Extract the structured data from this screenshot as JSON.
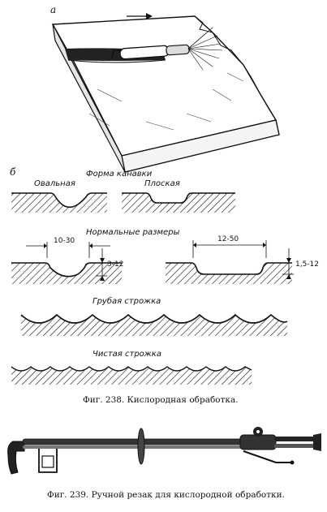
{
  "figure_238": {
    "panel_a": "а",
    "panel_b": "б",
    "groove_shape_title": "Форма канавки",
    "oval_label": "Овальная",
    "flat_label": "Плоская",
    "normal_sizes_title": "Нормальные размеры",
    "oval_width": "10-30",
    "oval_depth": "3-12",
    "flat_width": "12-50",
    "flat_depth": "1,5-12",
    "rough_label": "Грубая строжка",
    "clean_label": "Чистая строжка",
    "caption": "Фиг. 238. Кислородная обработка."
  },
  "figure_239": {
    "caption": "Фиг. 239. Ручной резак для кислородной обработки."
  }
}
